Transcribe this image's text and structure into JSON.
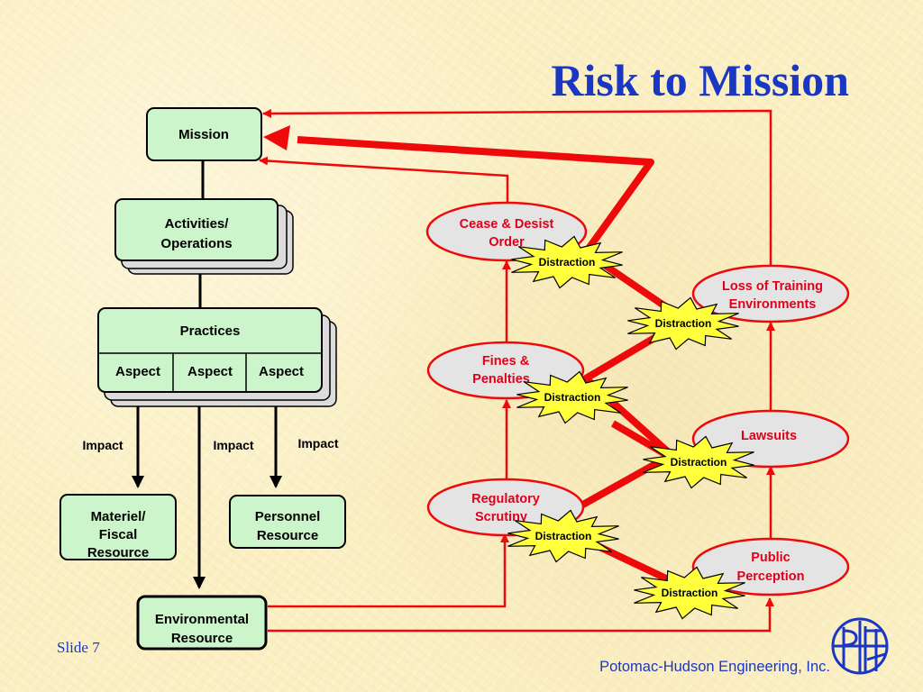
{
  "title": "Risk to Mission",
  "footer": {
    "slide": "Slide 7",
    "company": "Potomac-Hudson Engineering, Inc."
  },
  "boxes": {
    "mission": "Mission",
    "activities": [
      "Activities/",
      "Operations"
    ],
    "practices": "Practices",
    "aspects": [
      "Aspect",
      "Aspect",
      "Aspect"
    ],
    "materiel": [
      "Materiel/",
      "Fiscal",
      "Resource"
    ],
    "personnel": [
      "Personnel",
      "Resource"
    ],
    "environmental": [
      "Environmental",
      "Resource"
    ]
  },
  "impacts": [
    "Impact",
    "Impact",
    "Impact"
  ],
  "consequences": {
    "cease_desist": [
      "Cease & Desist",
      "Order"
    ],
    "fines": [
      "Fines &",
      "Penalties"
    ],
    "regulatory": [
      "Regulatory",
      "Scrutiny"
    ],
    "loss_training": [
      "Loss of Training",
      "Environments"
    ],
    "lawsuits": [
      "Lawsuits"
    ],
    "public_perception": [
      "Public",
      "Perception"
    ]
  },
  "distraction_label": "Distraction",
  "colors": {
    "box_fill": "#ccf5cc",
    "shadow_fill": "#dcdcdc",
    "ellipse_fill": "#e4e4e4",
    "red": "#ee0a0a",
    "star_fill": "#ffff3c",
    "title_blue": "#1a37c4"
  }
}
